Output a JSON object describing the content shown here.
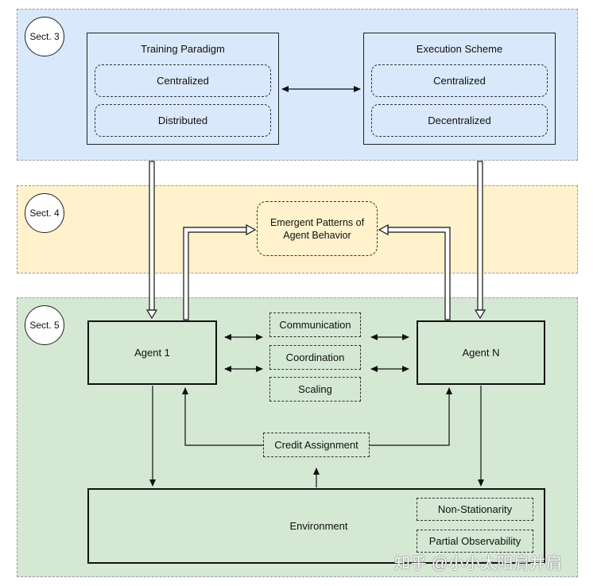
{
  "sections": {
    "sect3": "Sect. 3",
    "sect4": "Sect. 4",
    "sect5": "Sect. 5"
  },
  "training": {
    "title": "Training Paradigm",
    "options": [
      "Centralized",
      "Distributed"
    ]
  },
  "execution": {
    "title": "Execution Scheme",
    "options": [
      "Centralized",
      "Decentralized"
    ]
  },
  "emergent": {
    "line1": "Emergent Patterns of",
    "line2": "Agent Behavior"
  },
  "agents": {
    "first": "Agent 1",
    "last": "Agent N"
  },
  "interactions": [
    "Communication",
    "Coordination",
    "Scaling"
  ],
  "credit": "Credit Assignment",
  "environment": {
    "label": "Environment",
    "properties": [
      "Non-Stationarity",
      "Partial Observability"
    ]
  },
  "watermark": "知乎 @小小太阳肩并肩",
  "colors": {
    "sect3_band": "#dae8fc",
    "sect4_band": "#fff2cc",
    "sect5_band": "#d5e8d4"
  }
}
